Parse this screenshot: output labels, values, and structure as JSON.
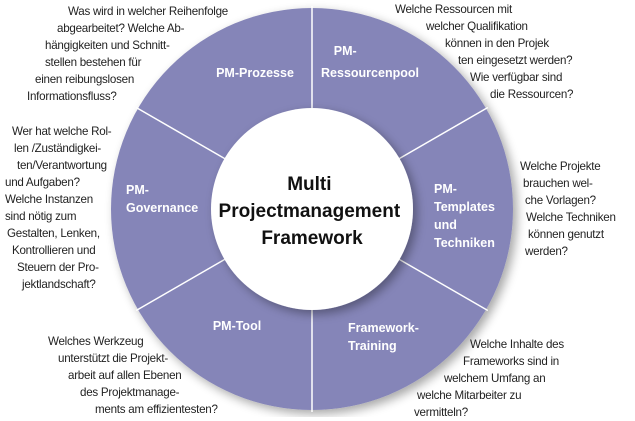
{
  "colors": {
    "ring": "#8585b8",
    "divider": "#ffffff",
    "text": "#222222"
  },
  "center": {
    "lines": [
      "Multi",
      "Projectmanagement",
      "Framework"
    ]
  },
  "segments": [
    {
      "id": "prozesse",
      "label": [
        "PM-Prozesse"
      ]
    },
    {
      "id": "ressourcenpool",
      "label": [
        "PM-",
        "Ressourcenpool"
      ]
    },
    {
      "id": "templates",
      "label": [
        "PM-",
        "Templates",
        "und",
        "Techniken"
      ]
    },
    {
      "id": "training",
      "label": [
        "Framework-",
        "Training"
      ]
    },
    {
      "id": "tool",
      "label": [
        "PM-Tool"
      ]
    },
    {
      "id": "governance",
      "label": [
        "PM-",
        "Governance"
      ]
    }
  ],
  "questions": {
    "prozesse": [
      "Was wird in welcher Reihenfolge",
      "abgearbeitet? Welche Ab-",
      "hängigkeiten und Schnitt-",
      "stellen bestehen für",
      "einen reibungslosen",
      "Informationsfluss?"
    ],
    "ressourcenpool": [
      "Welche Ressourcen mit",
      "welcher Qualifikation",
      "können in den Projek",
      "ten eingesetzt werden?",
      "Wie verfügbar sind",
      "die Ressourcen?"
    ],
    "governance": [
      "Wer hat welche Rol-",
      "len /Zuständigkei-",
      "ten/Verantwortung",
      "und Aufgaben?",
      "Welche Instanzen",
      "sind nötig zum",
      "Gestalten, Lenken,",
      "Kontrollieren und",
      "Steuern der Pro-",
      "jektlandschaft?"
    ],
    "templates": [
      "Welche Projekte",
      "brauchen wel-",
      "che Vorlagen?",
      "Welche Techniken",
      "können genutzt",
      "werden?"
    ],
    "tool": [
      "Welches Werkzeug",
      "unterstützt die Projekt-",
      "arbeit auf allen Ebenen",
      "des Projektmanage-",
      "ments am effizientesten?"
    ],
    "training": [
      "Welche Inhalte des",
      "Frameworks sind in",
      "welchem Umfang an",
      "welche Mitarbeiter zu",
      "vermitteln?"
    ]
  }
}
